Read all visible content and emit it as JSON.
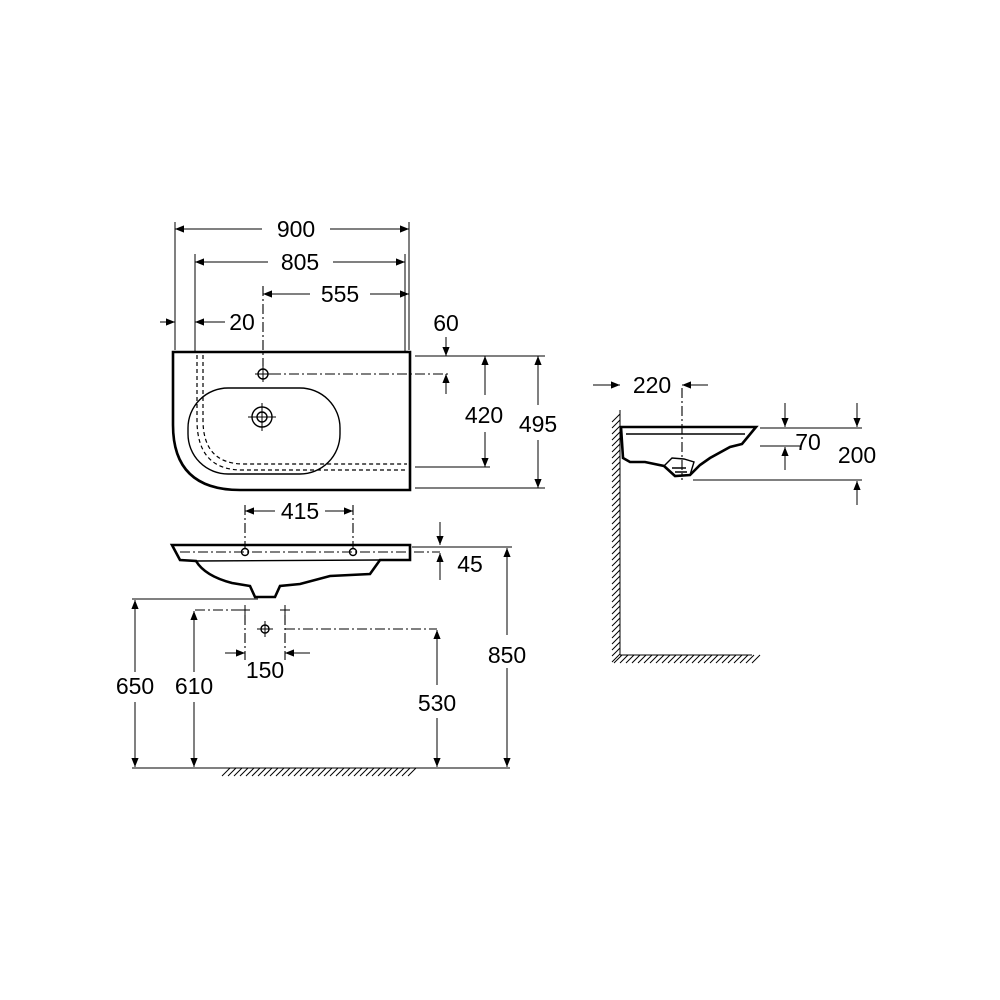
{
  "dimensions": {
    "overall_width": "900",
    "inner_width": "805",
    "tap_to_right": "555",
    "left_offset": "20",
    "back_offset": "60",
    "bowl_depth": "420",
    "overall_depth": "495",
    "mount_holes_spacing": "415",
    "rim_height": "45",
    "waste_spacing": "150",
    "height_650": "650",
    "height_610": "610",
    "height_530": "530",
    "height_850": "850",
    "side_offset": "220",
    "side_depth_70": "70",
    "side_height_200": "200"
  }
}
